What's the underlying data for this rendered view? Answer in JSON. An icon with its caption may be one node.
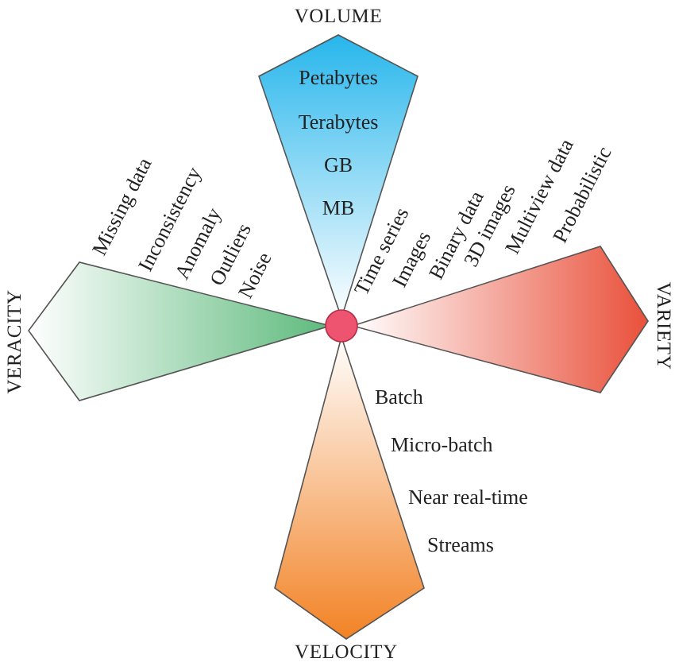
{
  "diagram": {
    "nodes": [
      {
        "text": [],
        "shape": "circle"
      },
      {
        "text": [
          "VOLUME",
          "Petabytes",
          "Terabytes",
          "GB",
          "MB"
        ]
      },
      {
        "text": [
          "VARIETY",
          "Time series",
          "Images",
          "Binary data",
          "3D images",
          "Multiview data",
          "Probabilistic"
        ]
      },
      {
        "text": [
          "VERACITY",
          "Missing data",
          "Inconsistency",
          "Anomaly",
          "Outliers",
          "Noise"
        ]
      },
      {
        "text": [
          "VELOCITY",
          "Batch",
          "Micro-batch",
          "Near real-time",
          "Streams"
        ]
      }
    ]
  }
}
